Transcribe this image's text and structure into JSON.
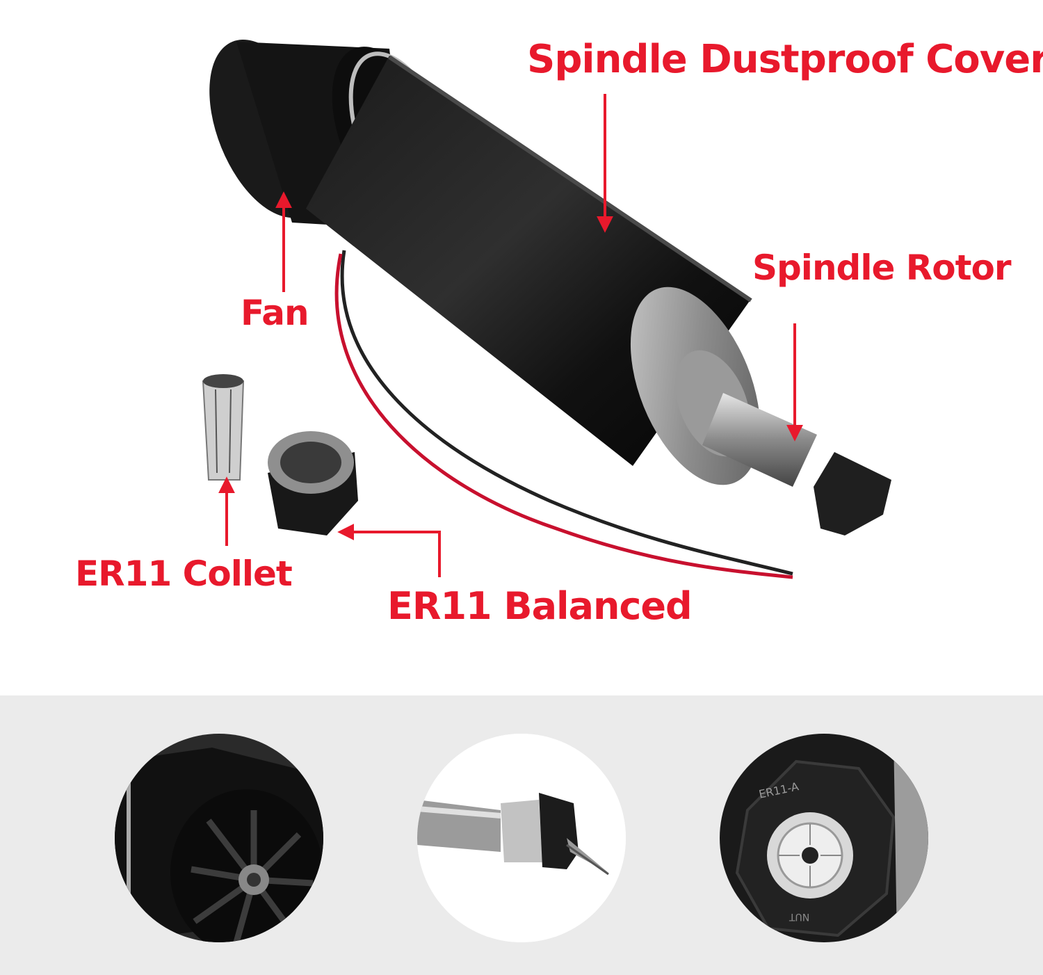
{
  "labels": {
    "dustproof_cover": "Spindle Dustproof Cover",
    "rotor": "Spindle Rotor",
    "fan": "Fan",
    "collet": "ER11 Collet",
    "nut": "ER11 Balanced"
  },
  "details": {
    "nut_engraving_top": "ER11-A",
    "nut_engraving_bottom": "NUT"
  },
  "colors": {
    "callout": "#e8192c",
    "background_bottom": "#ebebeb"
  }
}
